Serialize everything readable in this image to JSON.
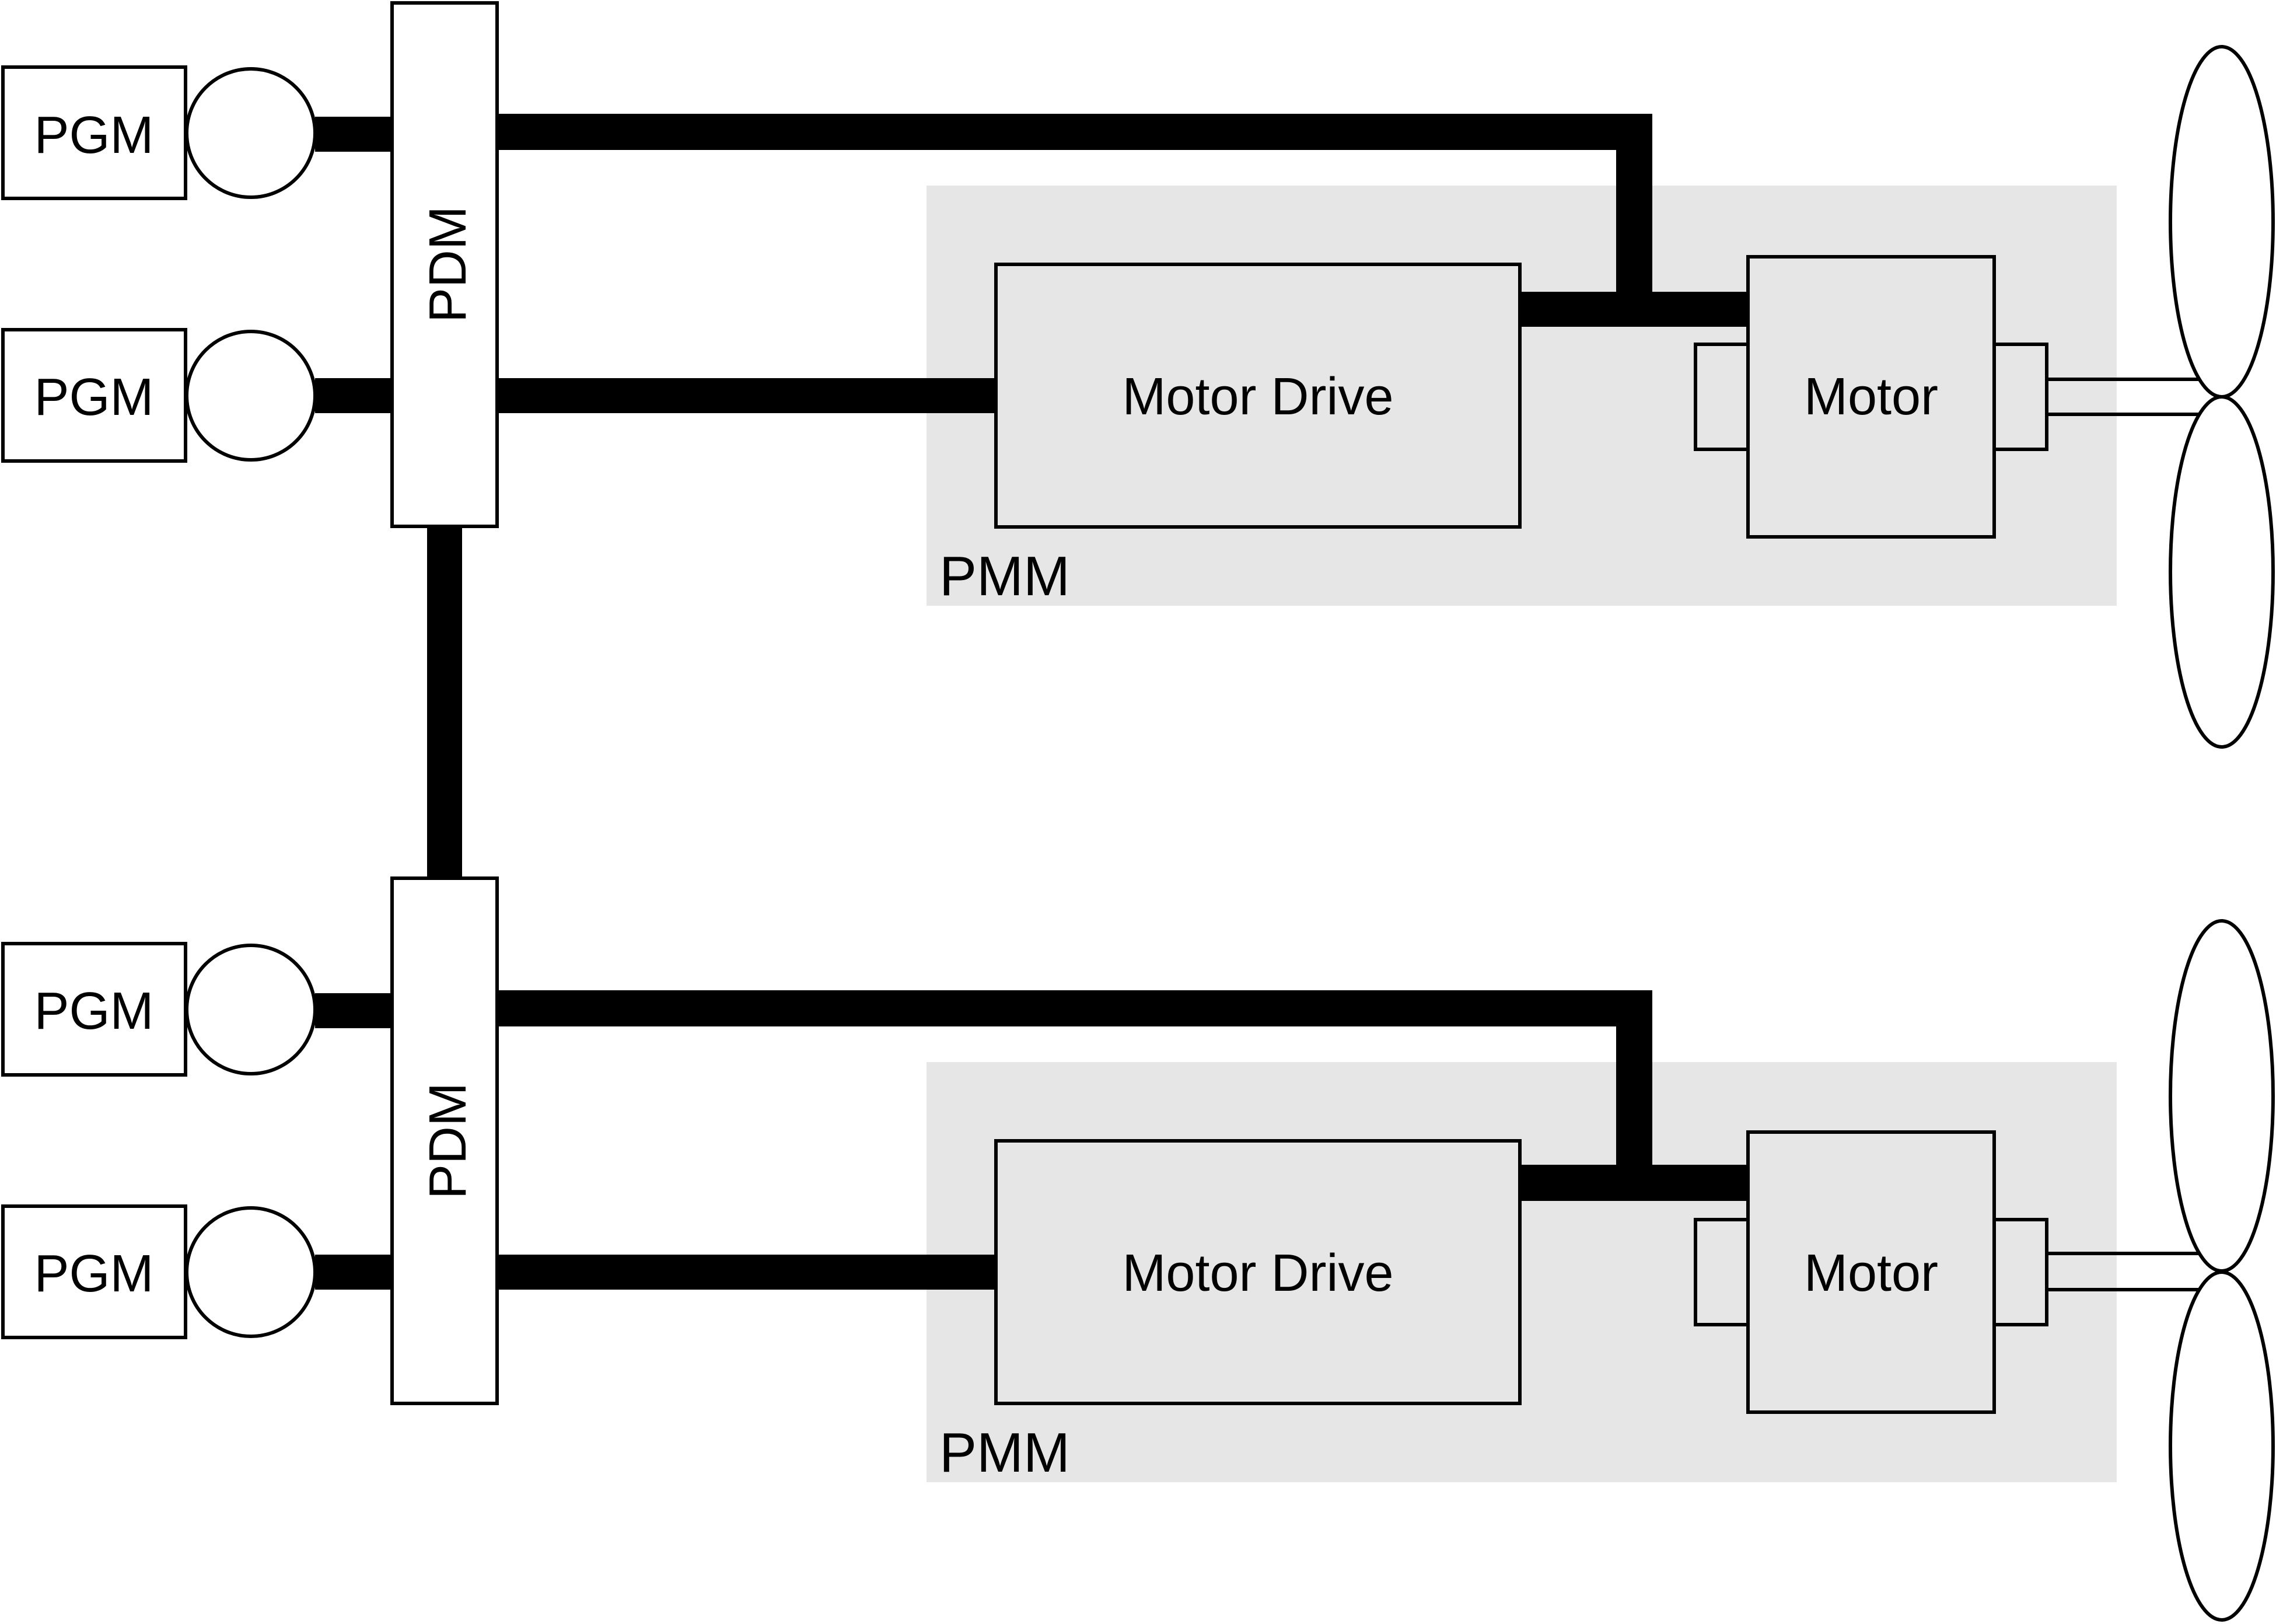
{
  "colors": {
    "line": "#000000",
    "box_fill": "#ffffff",
    "module_fill": "#e6e6e6",
    "background": "#ffffff"
  },
  "top": {
    "pgm_upper": "PGM",
    "pgm_lower": "PGM",
    "pdm": "PDM",
    "motor_drive": "Motor Drive",
    "motor": "Motor",
    "pmm": "PMM"
  },
  "bottom": {
    "pgm_upper": "PGM",
    "pgm_lower": "PGM",
    "pdm": "PDM",
    "motor_drive": "Motor Drive",
    "motor": "Motor",
    "pmm": "PMM"
  }
}
